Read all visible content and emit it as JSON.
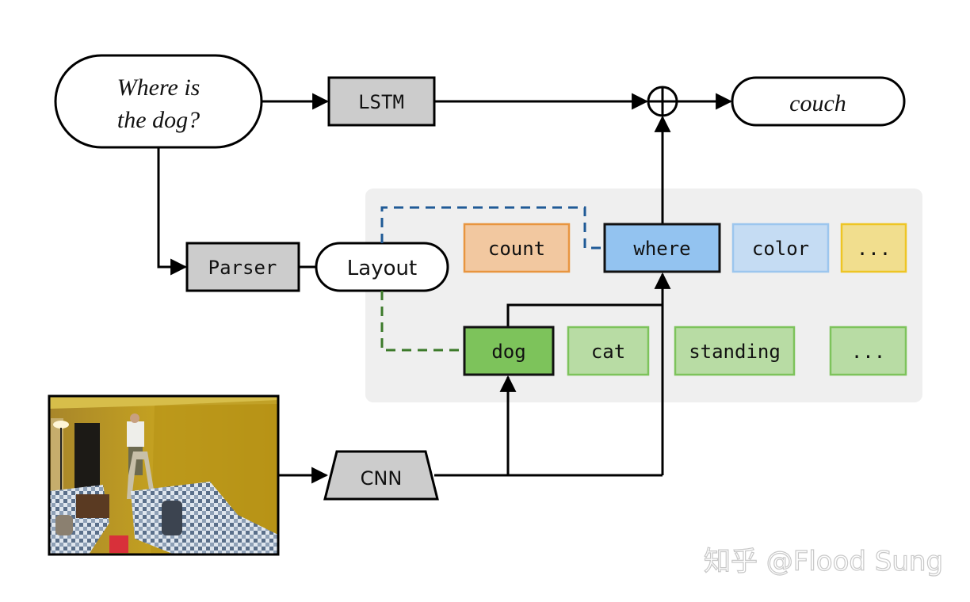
{
  "diagram": {
    "question": {
      "line1": "Where is",
      "line2": "the dog?"
    },
    "lstm_label": "LSTM",
    "parser_label": "Parser",
    "layout_label": "Layout",
    "cnn_label": "CNN",
    "combine_symbol": "sum-circle",
    "answer_label": "couch",
    "attention_modules": [
      {
        "label": "count",
        "fill": "#f2c8a0",
        "stroke": "#e8953f",
        "selected": false
      },
      {
        "label": "where",
        "fill": "#93c3f0",
        "stroke": "#111111",
        "selected": true
      },
      {
        "label": "color",
        "fill": "#c5dcf3",
        "stroke": "#9cc6ee",
        "selected": false
      },
      {
        "label": "...",
        "fill": "#f1de8e",
        "stroke": "#eec524",
        "selected": false
      }
    ],
    "find_modules": [
      {
        "label": "dog",
        "fill": "#7dc35b",
        "stroke": "#111111",
        "selected": true
      },
      {
        "label": "cat",
        "fill": "#b8dca4",
        "stroke": "#7dc35b",
        "selected": false
      },
      {
        "label": "standing",
        "fill": "#b8dca4",
        "stroke": "#7dc35b",
        "selected": false
      },
      {
        "label": "...",
        "fill": "#b8dca4",
        "stroke": "#7dc35b",
        "selected": false
      }
    ],
    "colors": {
      "module_panel": "#efefef",
      "gray_box": "#cccccc",
      "dashed_blue": "#1f5a96",
      "dashed_green": "#3c7a2a",
      "line": "#000000"
    },
    "image_description": "Living room photo: yellow walls, man on ladder, blue checkered couches",
    "watermark": "知乎 @Flood Sung"
  }
}
